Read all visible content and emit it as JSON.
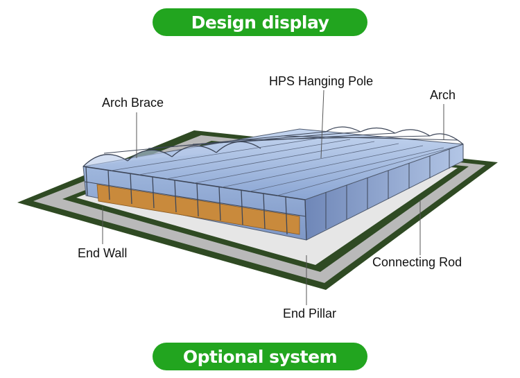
{
  "header": {
    "title": "Design display"
  },
  "footer": {
    "title": "Optional system"
  },
  "callouts": {
    "arch_brace": "Arch Brace",
    "hps_hanging_pole": "HPS Hanging Pole",
    "arch": "Arch",
    "end_wall": "End Wall",
    "connecting_rod": "Connecting Rod",
    "end_pillar": "End Pillar"
  },
  "colors": {
    "accent_green": "#22a51f",
    "ground_dark": "#2f4a23",
    "ground_grey": "#b9b9b9",
    "glass_blue": "#9fb7dd",
    "frame_steel": "#4f5a6e",
    "wet_pad": "#c98a3c"
  }
}
